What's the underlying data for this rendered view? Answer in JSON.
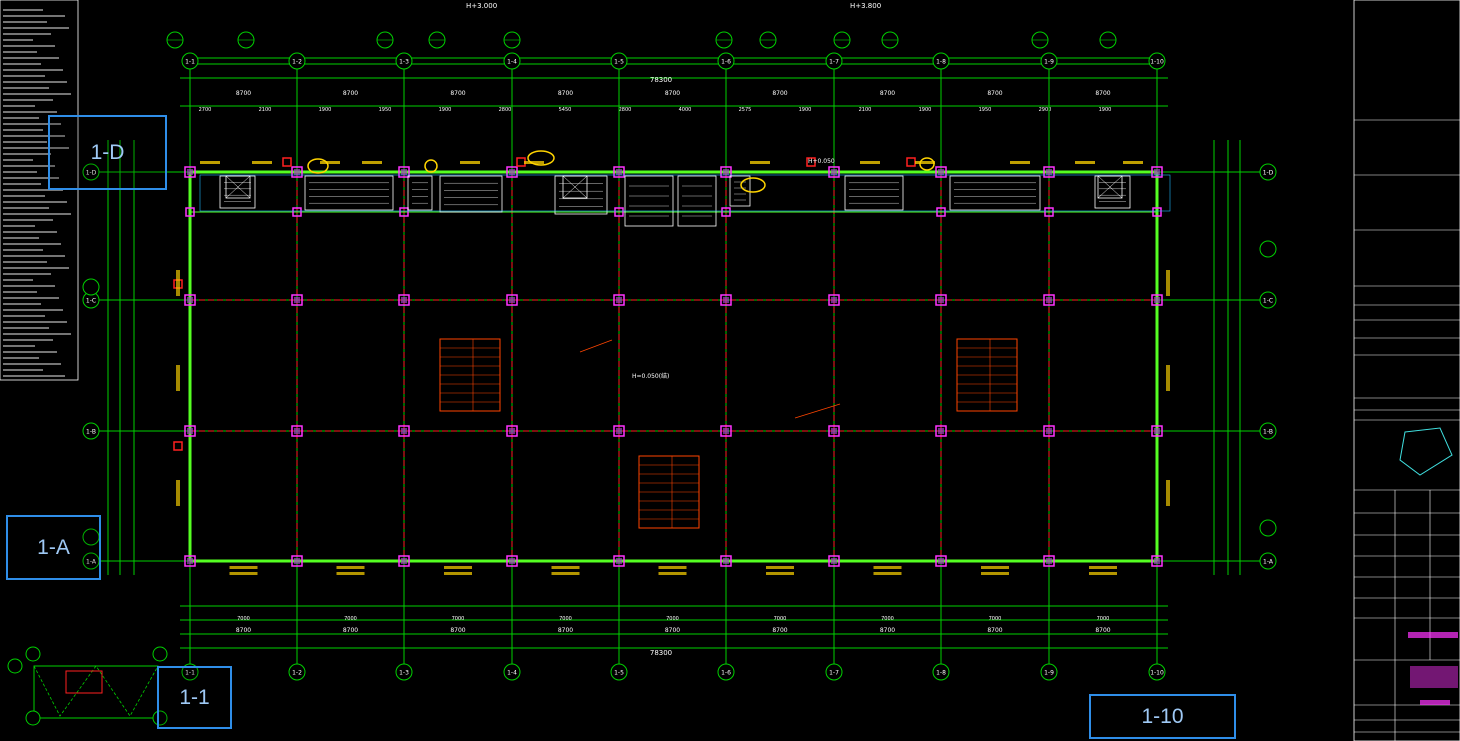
{
  "callouts": {
    "d": "1-D",
    "a": "1-A",
    "one": "1-1",
    "ten": "1-10"
  },
  "grid": {
    "columns": [
      "1-1",
      "1-2",
      "1-3",
      "1-4",
      "1-5",
      "1-6",
      "1-7",
      "1-8",
      "1-9",
      "1-10"
    ],
    "rows": [
      "1-D",
      "1-C",
      "1-B",
      "1-A"
    ],
    "total_width_label": "78300",
    "bay_labels": [
      "8700",
      "8700",
      "8700",
      "8700",
      "8700",
      "8700",
      "8700",
      "8700",
      "8700"
    ]
  },
  "elevations": {
    "top_left": "H+3.000",
    "top_right": "H+3.800",
    "room": "H+0.050",
    "center_mark": "H=0.050(结)"
  },
  "colors": {
    "background": "#000000",
    "grid_line": "#00d000",
    "axis_dash": "#ff2020",
    "wall": "#55ff22",
    "annotation": "#ff4500",
    "label_yellow": "#ffd400",
    "column": "#ff33ff",
    "callout": "#2f8ee8",
    "white": "#ffffff"
  }
}
